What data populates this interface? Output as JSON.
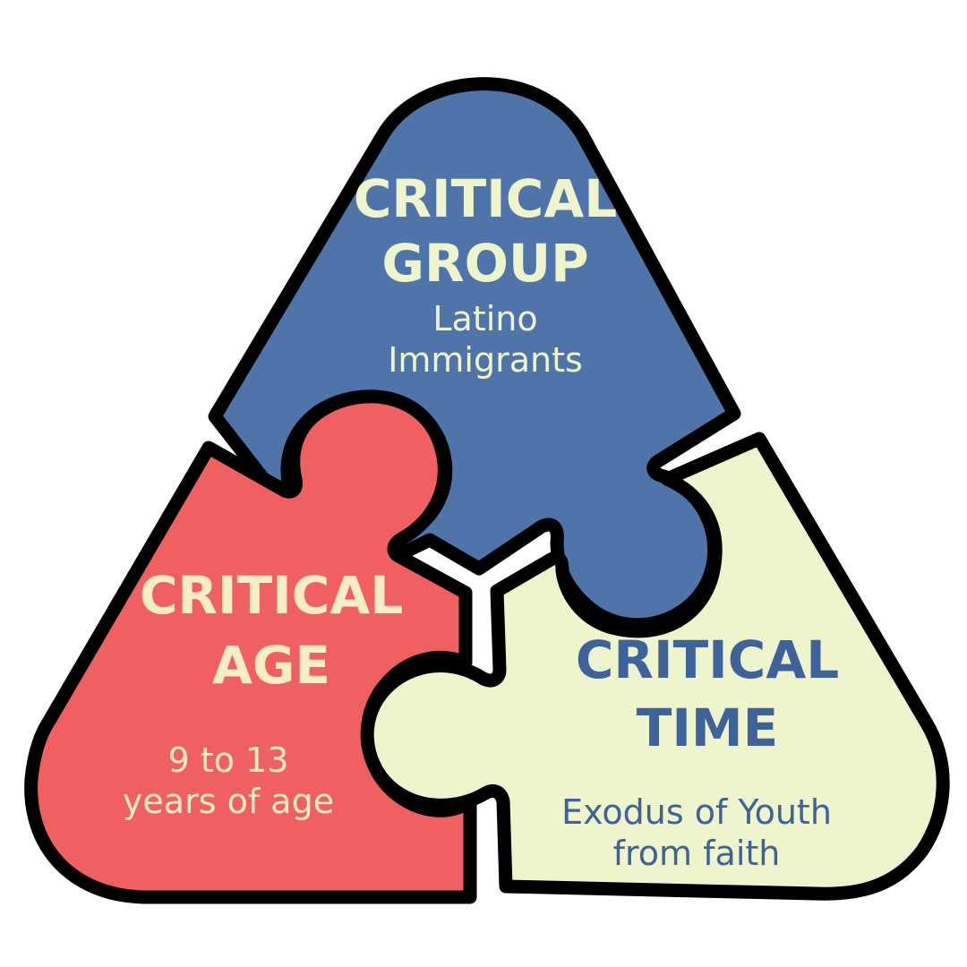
{
  "colors": {
    "group": "#4f74aa",
    "age": "#f06060",
    "time": "#eef5cc",
    "light_text": "#eef5cc",
    "age_text": "#f6ecc6",
    "time_text": "#3e629a",
    "outline": "#000000"
  },
  "pieces": {
    "group": {
      "title_line1": "CRITICAL",
      "title_line2": "GROUP",
      "sub_line1": "Latino",
      "sub_line2": "Immigrants"
    },
    "age": {
      "title_line1": "CRITICAL",
      "title_line2": "AGE",
      "sub_line1": "9 to 13",
      "sub_line2": "years of age"
    },
    "time": {
      "title_line1": "CRITICAL",
      "title_line2": "TIME",
      "sub_line1": "Exodus of Youth",
      "sub_line2": "from faith"
    }
  }
}
